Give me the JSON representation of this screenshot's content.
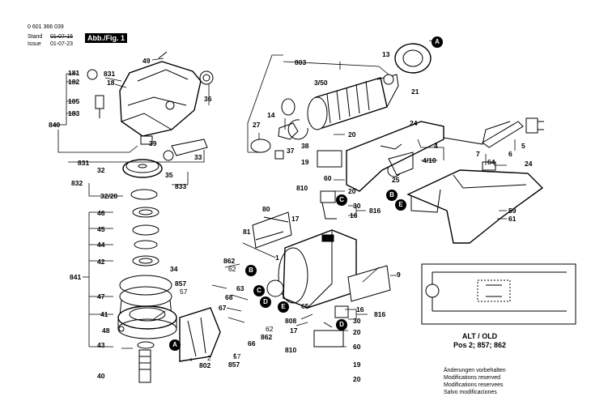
{
  "header": {
    "part_number": "0 601 366 039",
    "stand_label": "Stand",
    "stand_date": "01-07-15",
    "issue_label": "Issue",
    "issue_date": "01-07-23",
    "fig_label": "Abb./Fig. 1"
  },
  "alt_note": {
    "title": "ALT / OLD",
    "positions": "Pos 2; 857; 862"
  },
  "modification_notes": [
    "Änderungen vorbehalten",
    "Modifications reserved",
    "Modifications reservees",
    "Salvo modificaciones"
  ],
  "callout_letters": {
    "A": "A",
    "B": "B",
    "C": "C",
    "D": "D",
    "E": "E"
  },
  "part_labels": {
    "p49": "49",
    "p181": "181",
    "p182": "182",
    "p831a": "831",
    "p18": "18",
    "p105": "105",
    "p183": "183",
    "p840": "840",
    "p36": "36",
    "p39": "39",
    "p831b": "831",
    "p33": "33",
    "p32": "32",
    "p832": "832",
    "p35": "35",
    "p833": "833",
    "p3220": "32/20",
    "p46": "46",
    "p45": "45",
    "p44": "44",
    "p42": "42",
    "p841": "841",
    "p34": "34",
    "p47": "47",
    "p41": "41",
    "p48": "48",
    "p43": "43",
    "p40": "40",
    "p857a": "857",
    "p57a": "57",
    "p862a": "862",
    "p62a": "62",
    "p63": "63",
    "p68": "68",
    "p67": "67",
    "p66": "66",
    "p62b": "62",
    "p862b": "862",
    "p57b": "57",
    "p857b": "857",
    "p2": "2",
    "p802": "802",
    "p803": "803",
    "p350": "3/50",
    "p14": "14",
    "p27": "27",
    "p37": "37",
    "p38": "38",
    "p13": "13",
    "p21": "21",
    "p20a": "20",
    "p19a": "19",
    "p60a": "60",
    "p810a": "810",
    "p20b": "20",
    "p24a": "24",
    "p4": "4",
    "p410": "4/10",
    "p25": "25",
    "p7": "7",
    "p6": "6",
    "p5": "5",
    "p64": "64",
    "p24b": "24",
    "p59": "59",
    "p61": "61",
    "p30a": "30",
    "p16a": "16",
    "p816a": "816",
    "p17a": "17",
    "p80": "80",
    "p81": "81",
    "p1": "1",
    "p9": "9",
    "p65": "65",
    "p808": "808",
    "p16b": "16",
    "p816b": "816",
    "p30b": "30",
    "p17b": "17",
    "p20c": "20",
    "p810b": "810",
    "p60b": "60",
    "p19b": "19",
    "p20d": "20"
  }
}
